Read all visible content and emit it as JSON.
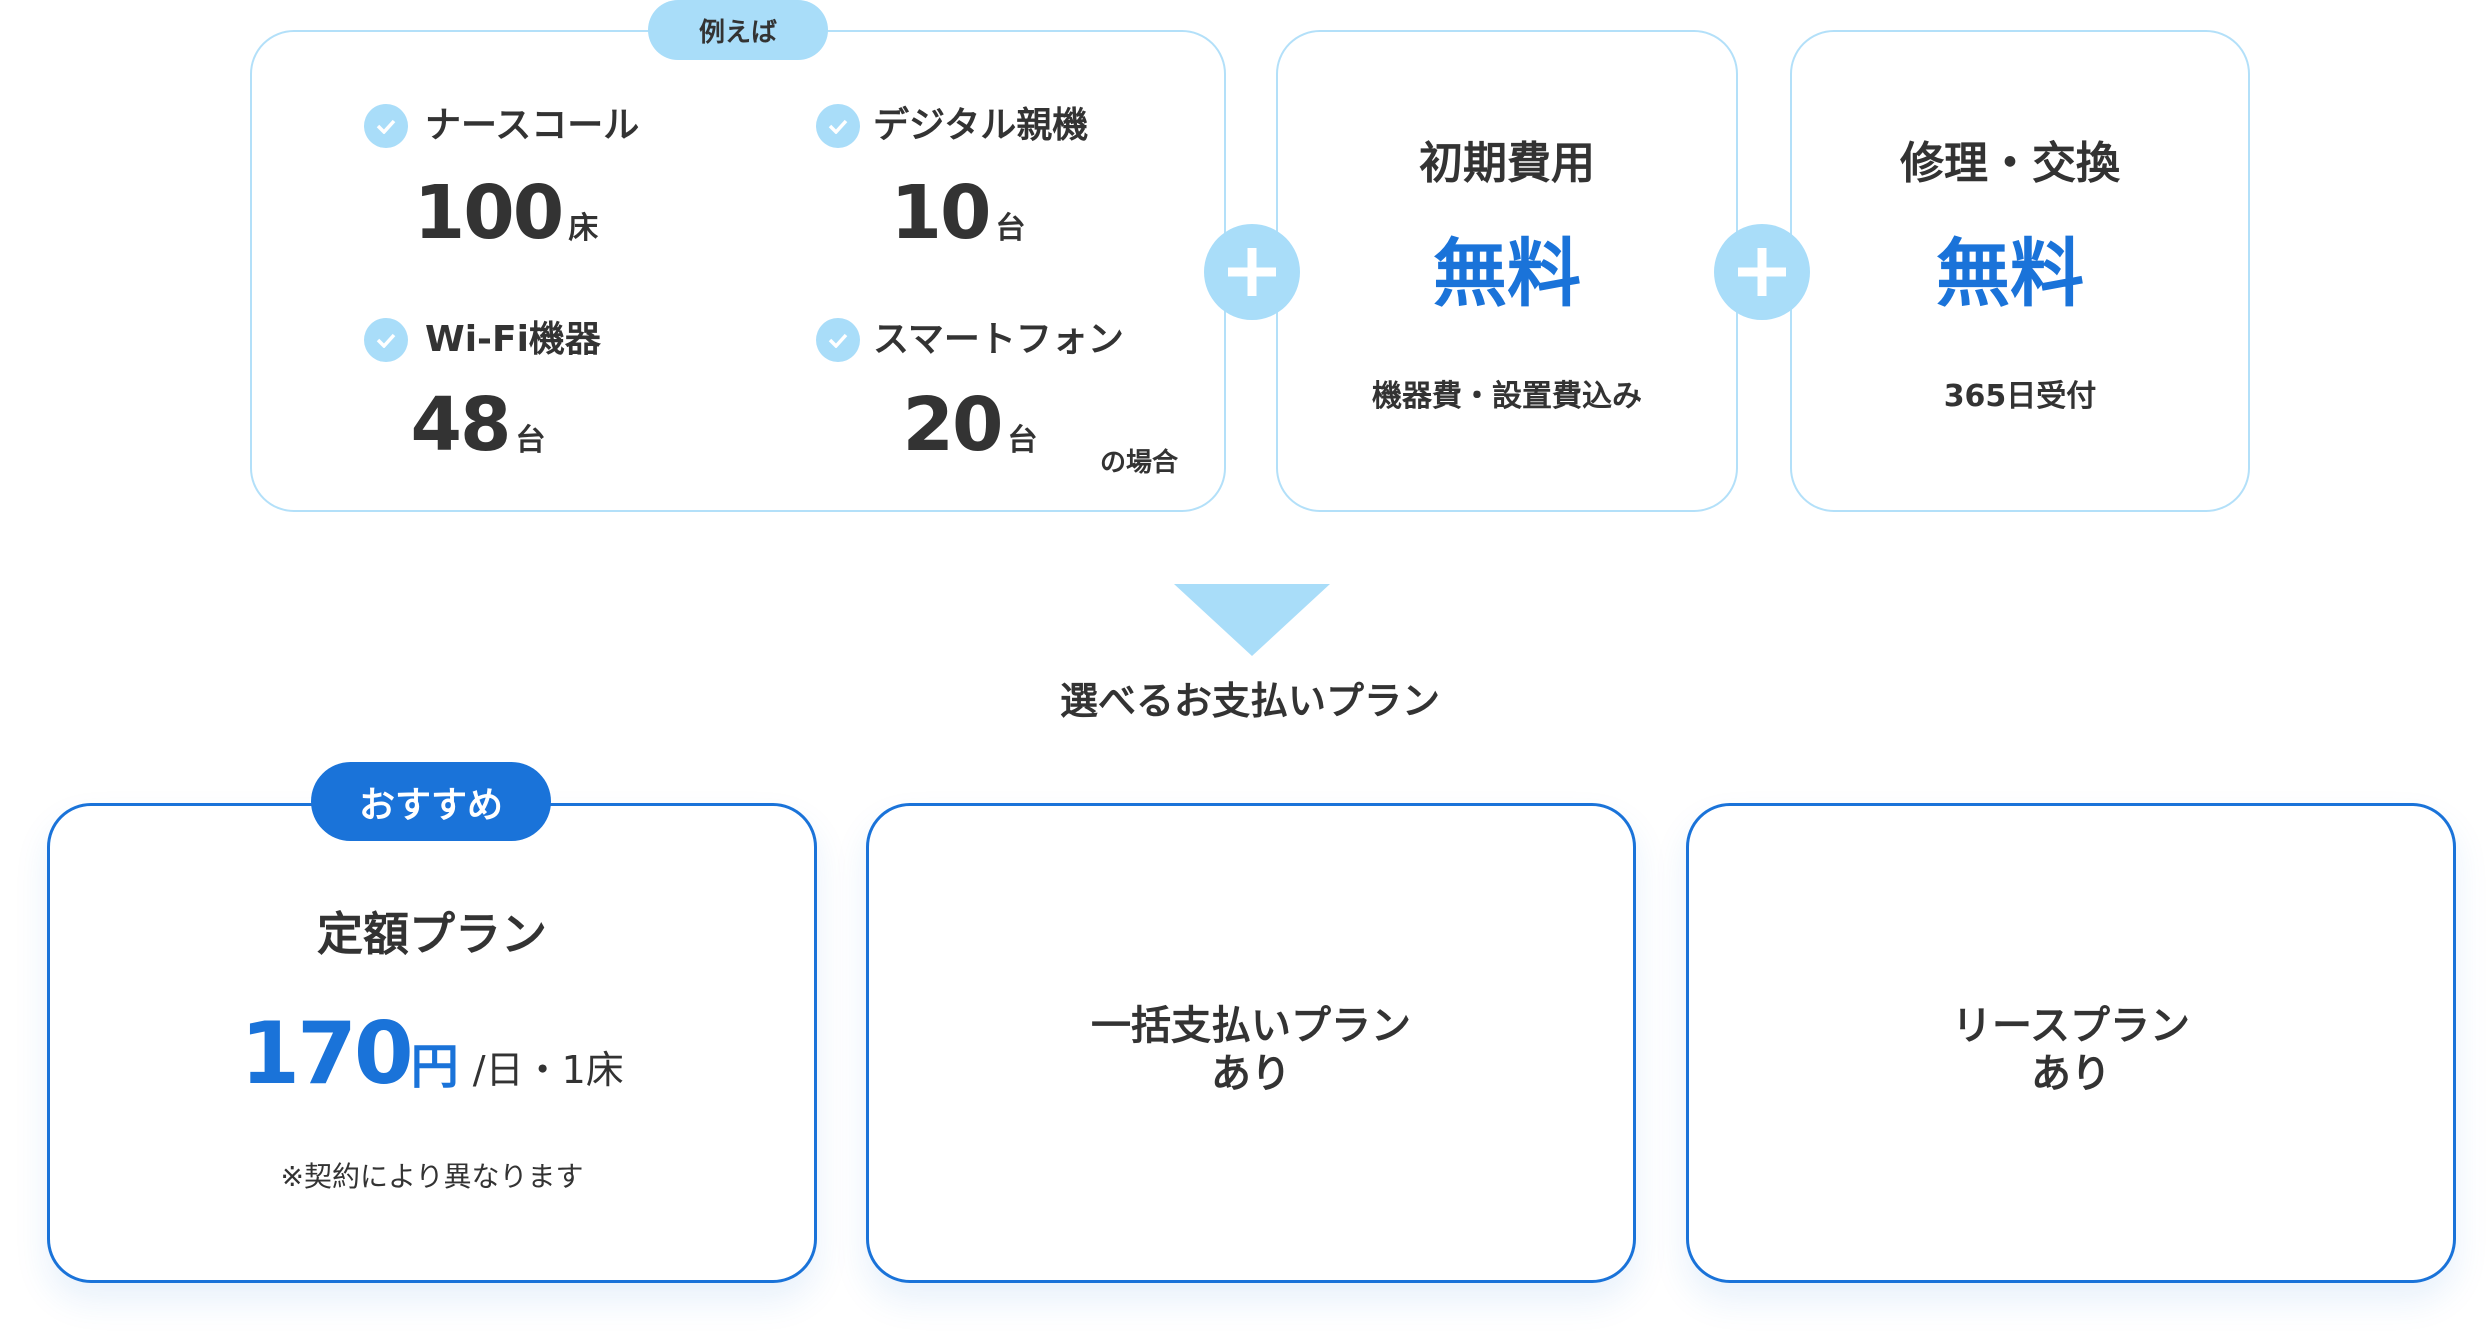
{
  "example": {
    "badge": "例えば",
    "items": [
      {
        "label": "ナースコール",
        "value": "100",
        "unit": "床"
      },
      {
        "label": "デジタル親機",
        "value": "10",
        "unit": "台"
      },
      {
        "label": "Wi-Fi機器",
        "value": "48",
        "unit": "台"
      },
      {
        "label": "スマートフォン",
        "value": "20",
        "unit": "台"
      }
    ],
    "suffix": "の場合"
  },
  "initial_cost": {
    "title": "初期費用",
    "value": "無料",
    "note": "機器費・設置費込み"
  },
  "repair": {
    "title": "修理・交換",
    "value": "無料",
    "note": "365日受付"
  },
  "plans_heading": "選べるお支払いプラン",
  "plans": [
    {
      "badge": "おすすめ",
      "title": "定額プラン",
      "price": "170",
      "currency": "円",
      "per": "/日・1床",
      "note": "※契約により異なります"
    },
    {
      "line1": "一括支払いプラン",
      "line2": "あり"
    },
    {
      "line1": "リースプラン",
      "line2": "あり"
    }
  ],
  "colors": {
    "accent": "#1a73d9",
    "light": "#a9ddf9",
    "text": "#333333"
  }
}
